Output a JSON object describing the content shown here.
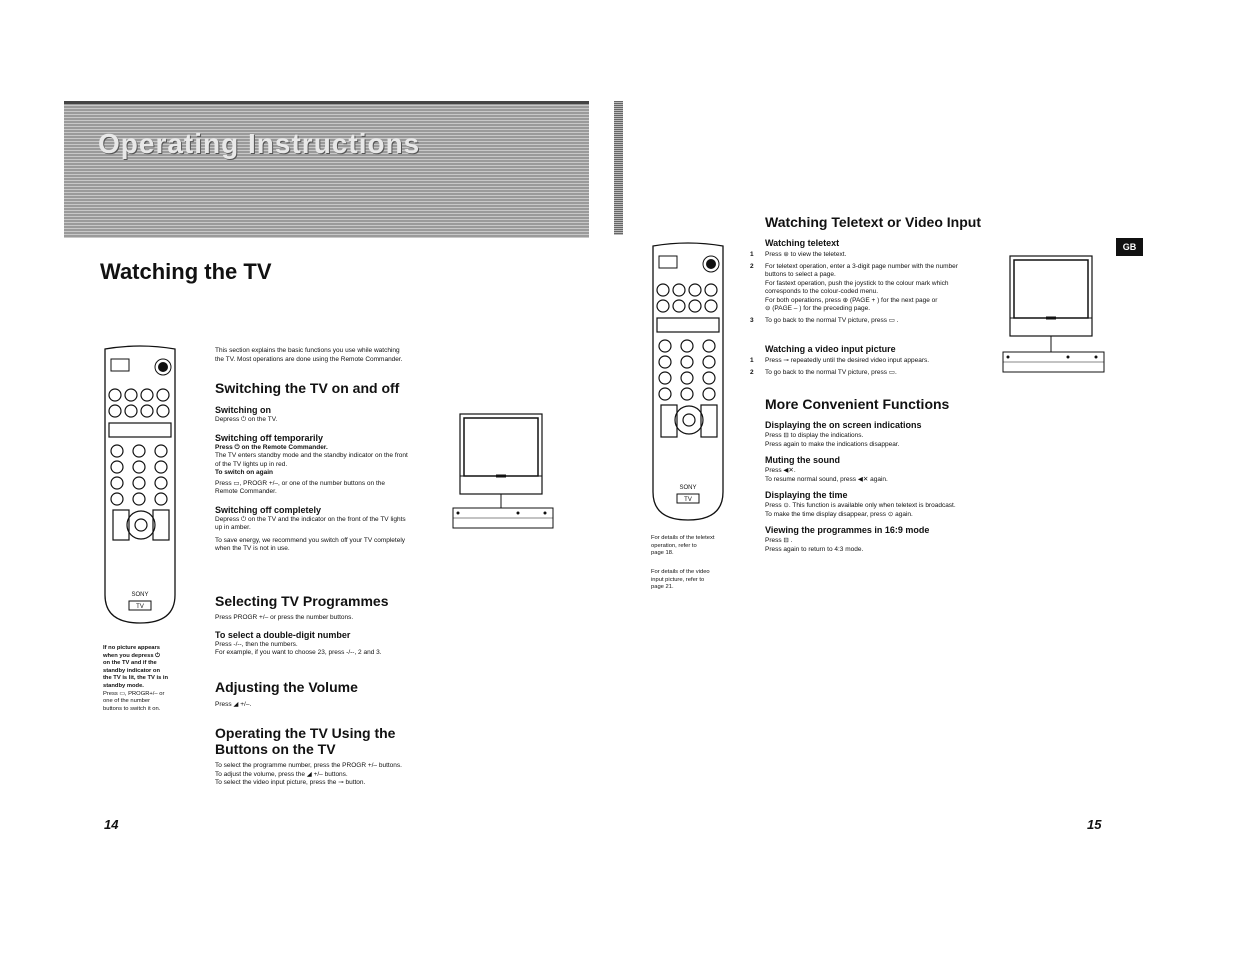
{
  "banner": {
    "title": "Operating Instructions"
  },
  "badge": "GB",
  "left": {
    "title": "Watching the TV",
    "intro": [
      "This section explains the basic functions you use while watching",
      "the TV. Most operations are done using the Remote Commander."
    ],
    "switching": {
      "heading": "Switching the TV on and off",
      "on_h": "Switching on",
      "on_t": "Depress ⏻ on the TV.",
      "off_temp_h": "Switching off temporarily",
      "off_temp_t1": "Press ⏻ on the Remote Commander.",
      "off_temp_t2": [
        "The TV enters standby mode and the standby indicator on the front",
        "of the TV lights up in red."
      ],
      "again_h": "To switch on again",
      "again_t": [
        "Press ▭, PROGR +/–, or one of the number buttons on the",
        "Remote Commander."
      ],
      "off_comp_h": "Switching off completely",
      "off_comp_t": [
        "Depress ⏻ on the TV and the indicator on the front of the TV lights",
        "up in amber."
      ],
      "save_t": [
        "To save energy, we recommend you switch off your TV completely",
        "when the TV is not in use."
      ]
    },
    "selecting": {
      "heading": "Selecting TV Programmes",
      "t": "Press PROGR +/– or press the number buttons.",
      "dd_h": "To select a double-digit number",
      "dd_t": [
        "Press -/--, then the numbers.",
        "For example, if you want to choose 23, press -/--, 2 and 3."
      ]
    },
    "volume": {
      "heading": "Adjusting the Volume",
      "t": "Press ◢ +/–."
    },
    "buttons": {
      "heading": [
        "Operating the TV Using the",
        "Buttons on the TV"
      ],
      "t": [
        "To select the programme number, press the PROGR +/– buttons.",
        "To adjust the volume, press the ◢ +/– buttons.",
        "To select the video input picture, press the ⊸ button."
      ]
    },
    "side_note": {
      "bold": [
        "If no picture appears",
        "when you depress ⏻",
        "on the TV and if the",
        "standby indicator on",
        "the TV is lit, the TV is in",
        "standby mode."
      ],
      "normal": [
        "Press ▭, PROGR+/– or",
        "one of the number",
        "buttons to switch it on."
      ]
    },
    "page": "14",
    "remote_brand": "SONY",
    "remote_tv": "TV"
  },
  "right": {
    "teletext": {
      "heading": "Watching Teletext or Video Input",
      "sub1": "Watching teletext",
      "items1": [
        {
          "n": "1",
          "lines": [
            "Press ⊜ to view the teletext."
          ]
        },
        {
          "n": "2",
          "lines": [
            "For teletext operation, enter a 3-digit page number with the number",
            "buttons to select a page.",
            "For fastext operation, push the joystick to the colour mark which",
            "corresponds to the colour-coded menu.",
            "For both operations, press ⊕ (PAGE + ) for the next page or",
            "⊖ (PAGE – ) for the preceding page."
          ]
        },
        {
          "n": "3",
          "lines": [
            "To go back to the normal TV picture, press ▭ ."
          ]
        }
      ],
      "sub2": "Watching a video input picture",
      "items2": [
        {
          "n": "1",
          "lines": [
            "Press ⊸ repeatedly until the desired video input appears."
          ]
        },
        {
          "n": "2",
          "lines": [
            "To go back to the normal TV picture, press ▭."
          ]
        }
      ]
    },
    "more": {
      "heading": "More Convenient Functions",
      "d1_h": "Displaying the on screen indications",
      "d1_t": [
        "Press ⊟ to display the indications.",
        "Press again to make the indications disappear."
      ],
      "d2_h": "Muting the sound",
      "d2_t": [
        "Press ◀✕.",
        "To resume normal sound, press ◀✕ again."
      ],
      "d3_h": "Displaying the time",
      "d3_t": [
        "Press ⊙. This function is available only when teletext is broadcast.",
        "To make the time display disappear, press ⊙ again."
      ],
      "d4_h": "Viewing the programmes in 16:9 mode",
      "d4_t": [
        "Press ⊟ .",
        "Press again to return to 4:3 mode."
      ]
    },
    "side_note1": [
      "For details of the teletext",
      "operation, refer to",
      "page 18."
    ],
    "side_note2": [
      "For details of the video",
      "input picture, refer to",
      "page 21."
    ],
    "page": "15",
    "remote_brand": "SONY",
    "remote_tv": "TV"
  }
}
